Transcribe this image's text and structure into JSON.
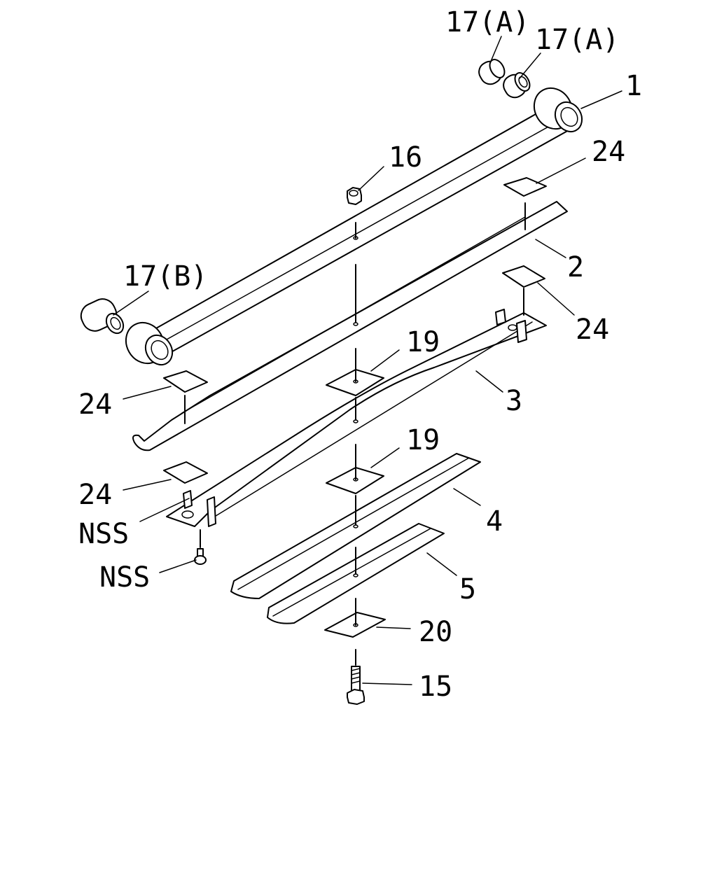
{
  "labels": {
    "l1": "1",
    "l2": "2",
    "l3": "3",
    "l4": "4",
    "l5": "5",
    "l15": "15",
    "l16": "16",
    "l17a_1": "17(A)",
    "l17a_2": "17(A)",
    "l17b": "17(B)",
    "l19_1": "19",
    "l19_2": "19",
    "l20": "20",
    "l24_tr": "24",
    "l24_mr": "24",
    "l24_ml": "24",
    "l24_ll": "24",
    "nss_1": "NSS",
    "nss_2": "NSS"
  },
  "colors": {
    "ink": "#000000",
    "paper": "#ffffff"
  }
}
